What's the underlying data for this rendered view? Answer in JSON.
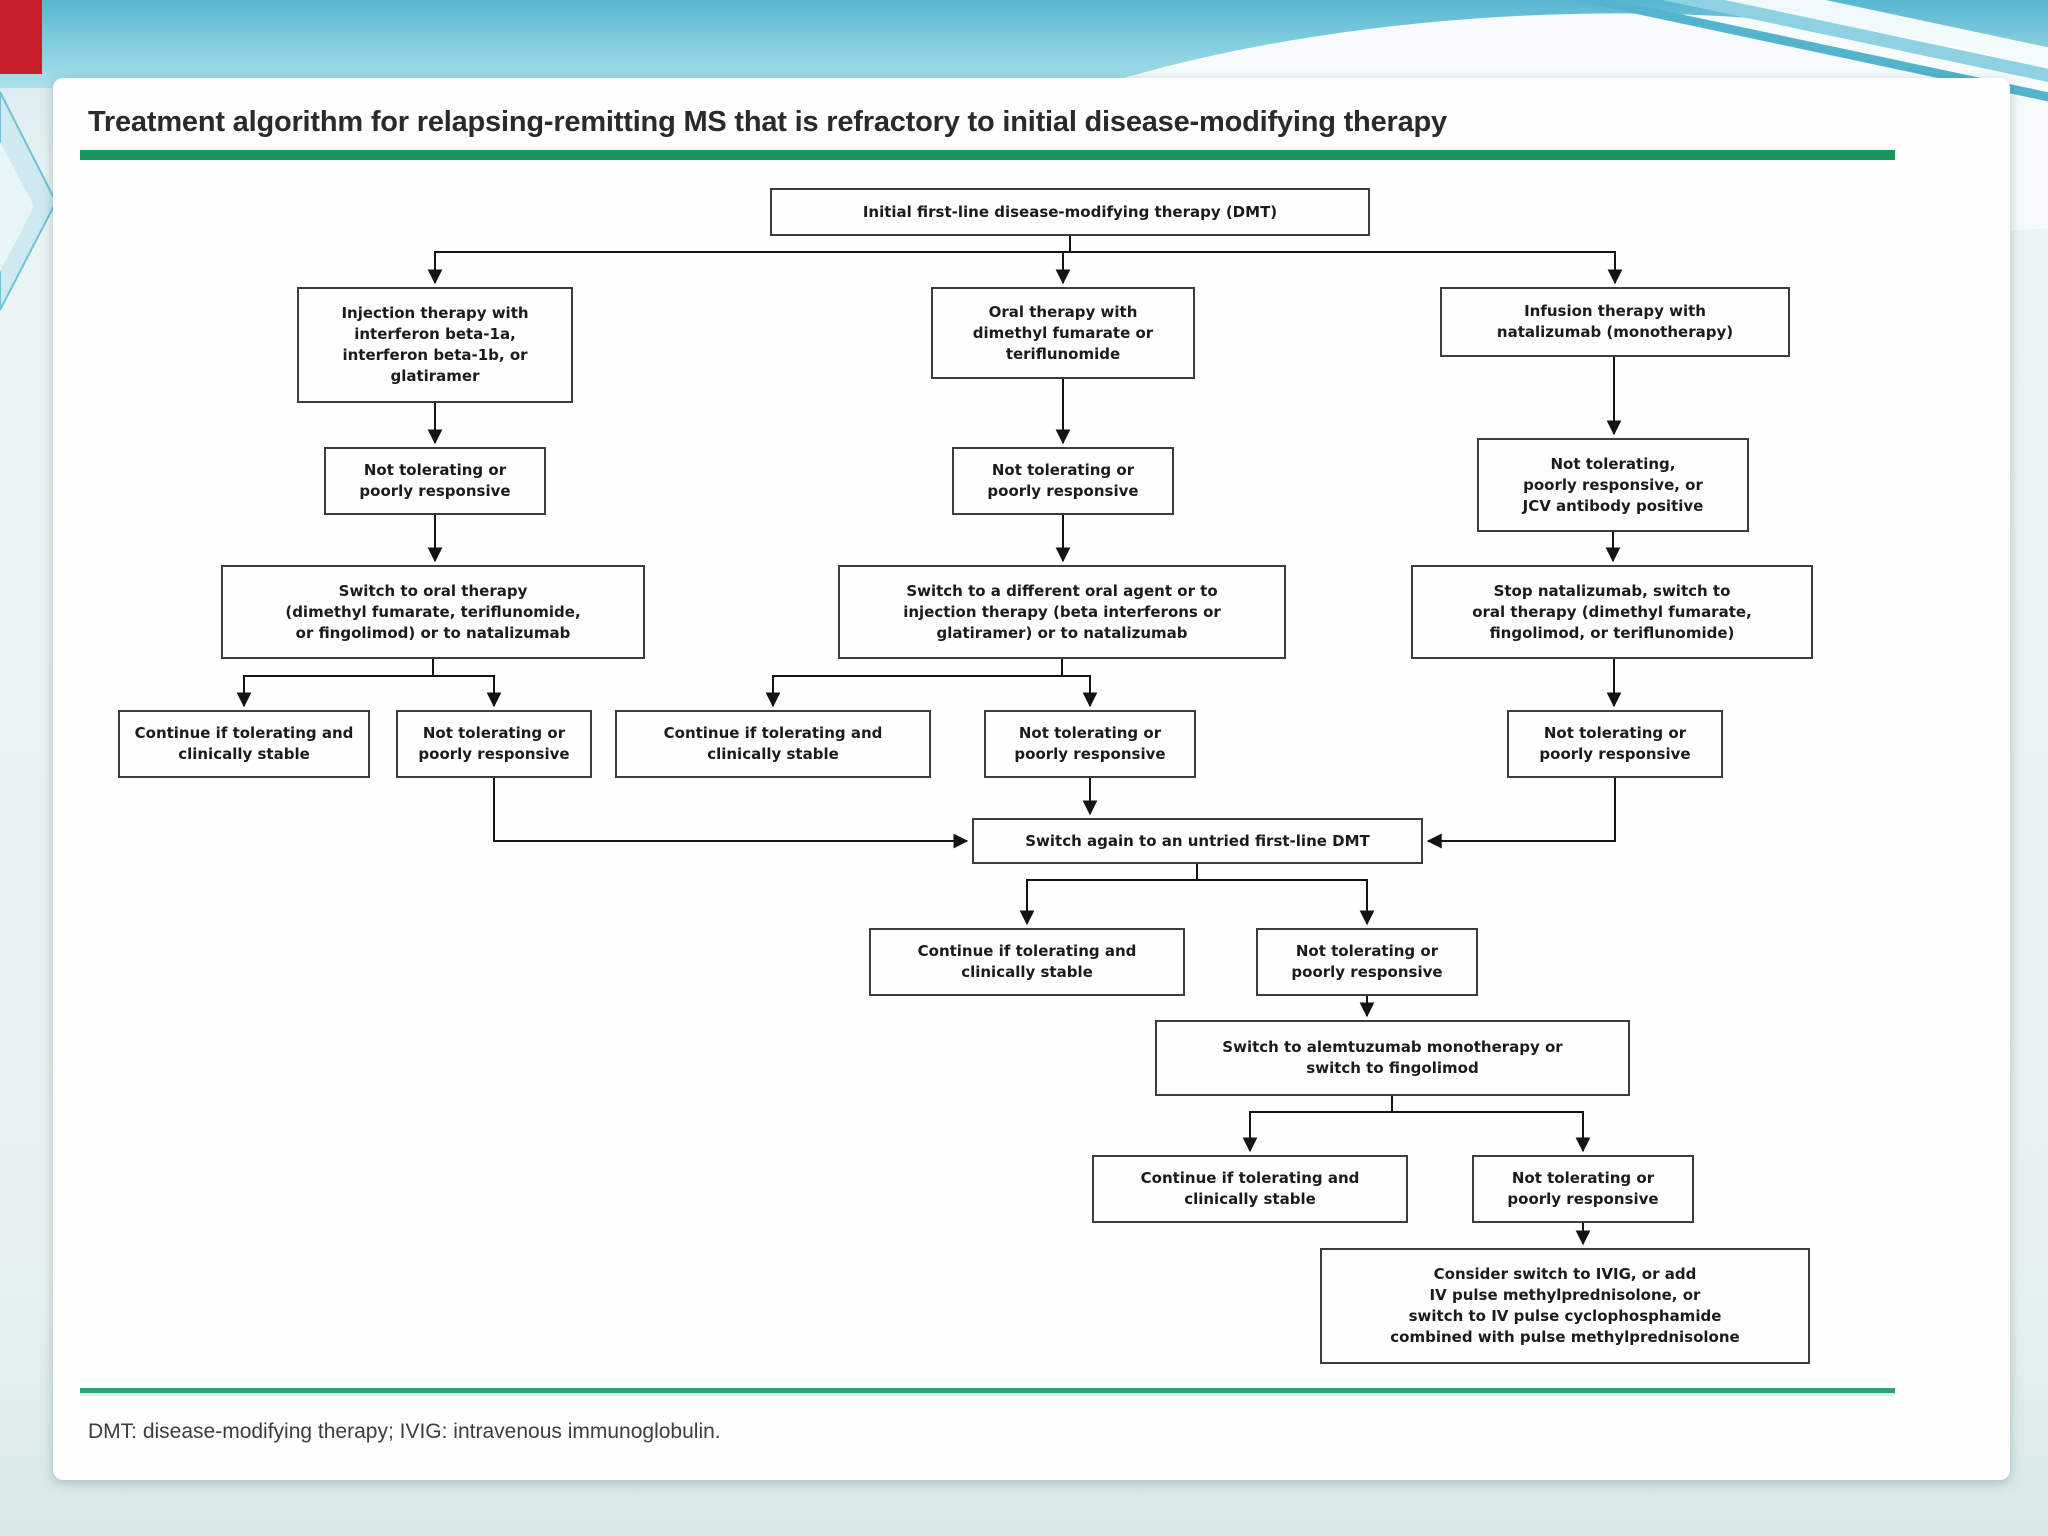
{
  "slide": {
    "title": "Treatment algorithm for relapsing-remitting MS that is refractory to initial disease-modifying therapy",
    "footnote": "DMT: disease-modifying therapy; IVIG: intravenous immunoglobulin."
  },
  "colors": {
    "title_rule_green": "#17975f",
    "bottom_rule_teal": "#2f9e7b",
    "top_band_blue": "#7ecbde",
    "corner_accent_red": "#c5202a",
    "box_border": "#3c3c3c"
  },
  "flowchart": {
    "initial": "Initial first-line disease-modifying therapy (DMT)",
    "injection": "Injection therapy with\ninterferon beta-1a,\ninterferon beta-1b, or\nglatiramer",
    "oral": "Oral therapy with\ndimethyl fumarate or\nteriflunomide",
    "infusion": "Infusion therapy with\nnatalizumab (monotherapy)",
    "injection_not_tolerating": "Not tolerating or\npoorly responsive",
    "oral_not_tolerating": "Not tolerating or\npoorly responsive",
    "infusion_not_tolerating": "Not tolerating,\npoorly responsive, or\nJCV antibody positive",
    "injection_switch": "Switch to oral therapy\n(dimethyl fumarate, teriflunomide,\nor fingolimod) or to natalizumab",
    "oral_switch": "Switch to a different oral agent or to\ninjection therapy (beta interferons or\nglatiramer) or to natalizumab",
    "infusion_switch": "Stop natalizumab, switch to\noral therapy (dimethyl fumarate,\nfingolimod, or teriflunomide)",
    "injection_continue": "Continue if tolerating and\nclinically stable",
    "injection_not_tolerating_2": "Not tolerating or\npoorly responsive",
    "oral_continue": "Continue if tolerating and\nclinically stable",
    "oral_not_tolerating_2": "Not tolerating or\npoorly responsive",
    "infusion_not_tolerating_2": "Not tolerating or\npoorly responsive",
    "switch_again": "Switch again to an untried first-line DMT",
    "untried_continue": "Continue if tolerating and\nclinically stable",
    "untried_not_tolerating": "Not tolerating or\npoorly responsive",
    "alemtuzumab_switch": "Switch to alemtuzumab monotherapy or\nswitch to fingolimod",
    "alemtuzumab_continue": "Continue if tolerating and\nclinically stable",
    "alemtuzumab_not_tolerating": "Not tolerating or\npoorly responsive",
    "ivig_consider": "Consider switch to IVIG, or add\nIV pulse methylprednisolone, or\nswitch to IV pulse cyclophosphamide\ncombined with pulse methylprednisolone"
  }
}
